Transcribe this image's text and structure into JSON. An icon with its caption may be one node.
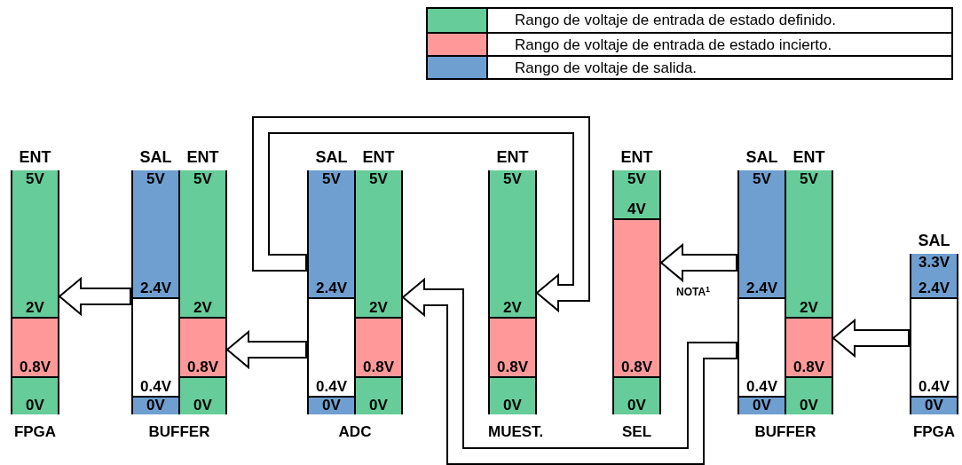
{
  "diagram": {
    "nodes": [
      {
        "text": [
          "ENT"
        ],
        "beside": [
          "FPGA"
        ]
      },
      {
        "text": [
          "5V",
          "2V"
        ],
        "in": 0
      },
      {
        "text": [
          "0.8V"
        ],
        "in": 0
      },
      {
        "text": [
          "0V"
        ],
        "in": 0
      },
      {
        "text": [
          "SAL"
        ],
        "beside": [
          "BUFFER"
        ]
      },
      {
        "text": [
          "5V",
          "2.4V"
        ],
        "in": 4
      },
      {
        "text": [
          "0.4V"
        ],
        "in": 4
      },
      {
        "text": [
          "0V"
        ],
        "in": 4
      },
      {
        "text": [
          "ENT"
        ]
      },
      {
        "text": [
          "5V",
          "2V"
        ],
        "in": 8
      },
      {
        "text": [
          "0.8V"
        ],
        "in": 8
      },
      {
        "text": [
          "0V"
        ],
        "in": 8
      },
      {
        "text": [
          "SAL"
        ],
        "beside": [
          "ADC"
        ]
      },
      {
        "text": [
          "5V",
          "2.4V"
        ],
        "in": 12
      },
      {
        "text": [
          "0.4V"
        ],
        "in": 12
      },
      {
        "text": [
          "0V"
        ],
        "in": 12
      },
      {
        "text": [
          "ENT"
        ]
      },
      {
        "text": [
          "5V",
          "2V"
        ],
        "in": 16
      },
      {
        "text": [
          "0.8V"
        ],
        "in": 16
      },
      {
        "text": [
          "0V"
        ],
        "in": 16
      },
      {
        "text": [
          "ENT"
        ],
        "beside": [
          "MUEST."
        ]
      },
      {
        "text": [
          "5V",
          "2V"
        ],
        "in": 20
      },
      {
        "text": [
          "0.8V"
        ],
        "in": 20
      },
      {
        "text": [
          "0V"
        ],
        "in": 20
      },
      {
        "text": [
          "ENT"
        ],
        "beside": [
          "SEL"
        ]
      },
      {
        "text": [
          "5V",
          "4V"
        ],
        "in": 24
      },
      {
        "text": [
          "0.8V"
        ],
        "in": 24
      },
      {
        "text": [
          "0V"
        ],
        "in": 24
      },
      {
        "text": [
          "SAL"
        ],
        "beside": [
          "BUFFER"
        ]
      },
      {
        "text": [
          "5V",
          "2.4V"
        ],
        "in": 28
      },
      {
        "text": [
          "0.4V"
        ],
        "in": 28
      },
      {
        "text": [
          "0V"
        ],
        "in": 28
      },
      {
        "text": [
          "ENT"
        ]
      },
      {
        "text": [
          "5V",
          "2V"
        ],
        "in": 32
      },
      {
        "text": [
          "0.8V"
        ],
        "in": 32
      },
      {
        "text": [
          "0V"
        ],
        "in": 32
      },
      {
        "text": [
          "SAL"
        ],
        "beside": [
          "FPGA"
        ]
      },
      {
        "text": [
          "3.3V",
          "2.4V"
        ],
        "in": 36
      },
      {
        "text": [
          "0.4V"
        ],
        "in": 36
      },
      {
        "text": [
          "0V"
        ],
        "in": 36
      }
    ],
    "edges": [
      {
        "from": 36,
        "to": 32,
        "arrow": "to"
      },
      {
        "from": 28,
        "to": 24,
        "arrow": "to",
        "label": "NOTA$^{1}$"
      },
      {
        "from": 28,
        "to": 16,
        "arrow": "to"
      },
      {
        "from": 12,
        "to": 20,
        "arrow": "to"
      },
      {
        "from": 12,
        "to": 8,
        "arrow": "to"
      },
      {
        "from": 4,
        "to": 0,
        "arrow": "to"
      }
    ],
    "legend": [
      {
        "text": "Rango de voltaje de entrada de estado definido.",
        "color": "#66cc99"
      },
      {
        "text": "Rango de voltaje de entrada de estado incierto.",
        "color": "#ff9999"
      },
      {
        "text": "Rango de voltaje de salida.",
        "color": "#6f9fd0"
      }
    ]
  }
}
